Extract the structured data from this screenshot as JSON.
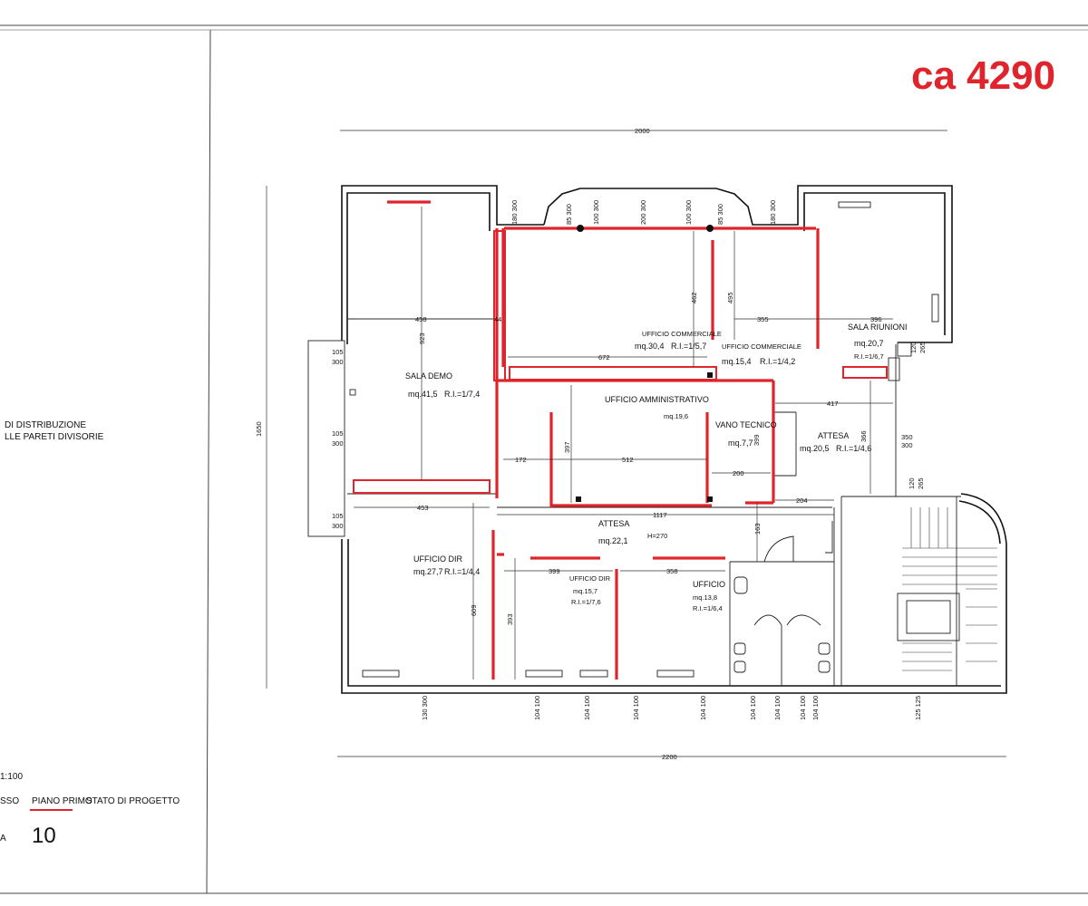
{
  "badge": {
    "text": "ca 4290",
    "color": "#e0242b"
  },
  "side_panel": {
    "title_line1": "DI DISTRIBUZIONE",
    "title_line2": "LLE PARETI DIVISORIE",
    "scale": "1:100",
    "floor_prev": "SSO",
    "floor_current": "PIANO PRIMO",
    "state": "STATO DI PROGETTO",
    "sheet_prefix": "A",
    "sheet_number": "10"
  },
  "rooms": {
    "sala_demo": {
      "name": "SALA DEMO",
      "area": "mq.41,5",
      "ri": "R.I.=1/7,4"
    },
    "ufficio_comm_1": {
      "name": "UFFICIO COMMERCIALE",
      "area": "mq.30,4",
      "ri": "R.I.=1/5,7"
    },
    "ufficio_comm_2": {
      "name": "UFFICIO COMMERCIALE",
      "area": "mq.15,4",
      "ri": "R.I.=1/4,2"
    },
    "sala_riunioni": {
      "name": "SALA RIUNIONI",
      "area": "mq.20,7",
      "ri": "R.I.=1/6,7"
    },
    "ufficio_amm": {
      "name": "UFFICIO AMMINISTRATIVO",
      "area": "mq.19,6"
    },
    "vano_tecnico": {
      "name": "VANO TECNICO",
      "area": "mq.7,7"
    },
    "attesa_1": {
      "name": "ATTESA",
      "area": "mq.20,5",
      "ri": "R.I.=1/4,6"
    },
    "attesa_2": {
      "name": "ATTESA",
      "area": "mq.22,1",
      "height": "H=270"
    },
    "ufficio_dir_1": {
      "name": "UFFICIO DIR",
      "area": "mq.27,7",
      "ri": "R.I.=1/4,4"
    },
    "ufficio_dir_2": {
      "name": "UFFICIO DIR",
      "area": "mq.15,7",
      "ri": "R.I.=1/7,6"
    },
    "ufficio": {
      "name": "UFFICIO",
      "area": "mq.13,8",
      "ri": "R.I.=1/6,4"
    }
  },
  "dimensions": {
    "top_overall": "2000",
    "bottom_overall": "2200",
    "left_overall": "1650",
    "d458": "458",
    "d44": "44",
    "d923": "923",
    "d672": "672",
    "d462": "462",
    "d495": "495",
    "d355": "355",
    "d396": "396",
    "d417": "417",
    "d366": "366",
    "d172": "172",
    "d512": "512",
    "d397": "397",
    "d399a": "399",
    "d200": "200",
    "d204": "204",
    "d1117": "1117",
    "d163": "163",
    "d453": "453",
    "d609": "609",
    "d393": "393",
    "d399b": "399",
    "d358": "358"
  },
  "window_labels": {
    "w_left_1": [
      "105",
      "300"
    ],
    "w_left_2": [
      "105",
      "300"
    ],
    "w_left_3": [
      "105",
      "300"
    ],
    "w_right_1": [
      "350",
      "300"
    ],
    "w_right_2": [
      "120",
      "265"
    ],
    "w_right_3": [
      "120",
      "265"
    ],
    "w_top": [
      "180 300",
      "85 300",
      "100 300",
      "200 300",
      "100 300",
      "85 300",
      "180 300"
    ],
    "w_bottom": [
      "130 300",
      "104 100",
      "104 100",
      "104 100",
      "104 100",
      "104 100",
      "104 100",
      "104 100",
      "104 100",
      "125 125"
    ]
  }
}
